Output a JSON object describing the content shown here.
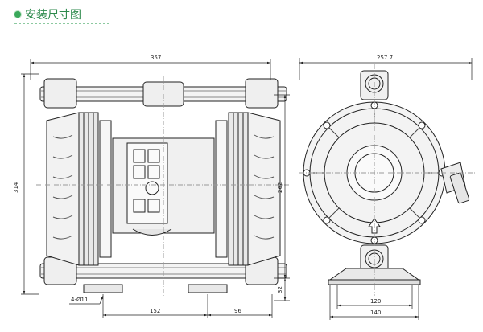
{
  "header": {
    "title": "安装尺寸图",
    "accent_color": "#3aa85a"
  },
  "front_view": {
    "overall_width": "357",
    "overall_height": "314",
    "inner_height": "262",
    "base_height": "32",
    "bolt_holes": "4-Ø11",
    "center_span": "152",
    "outlet_offset": "96"
  },
  "side_view": {
    "overall_width": "257.7",
    "base_inner": "120",
    "base_outer": "140"
  },
  "colors": {
    "line": "#222222",
    "dim": "#333333"
  }
}
